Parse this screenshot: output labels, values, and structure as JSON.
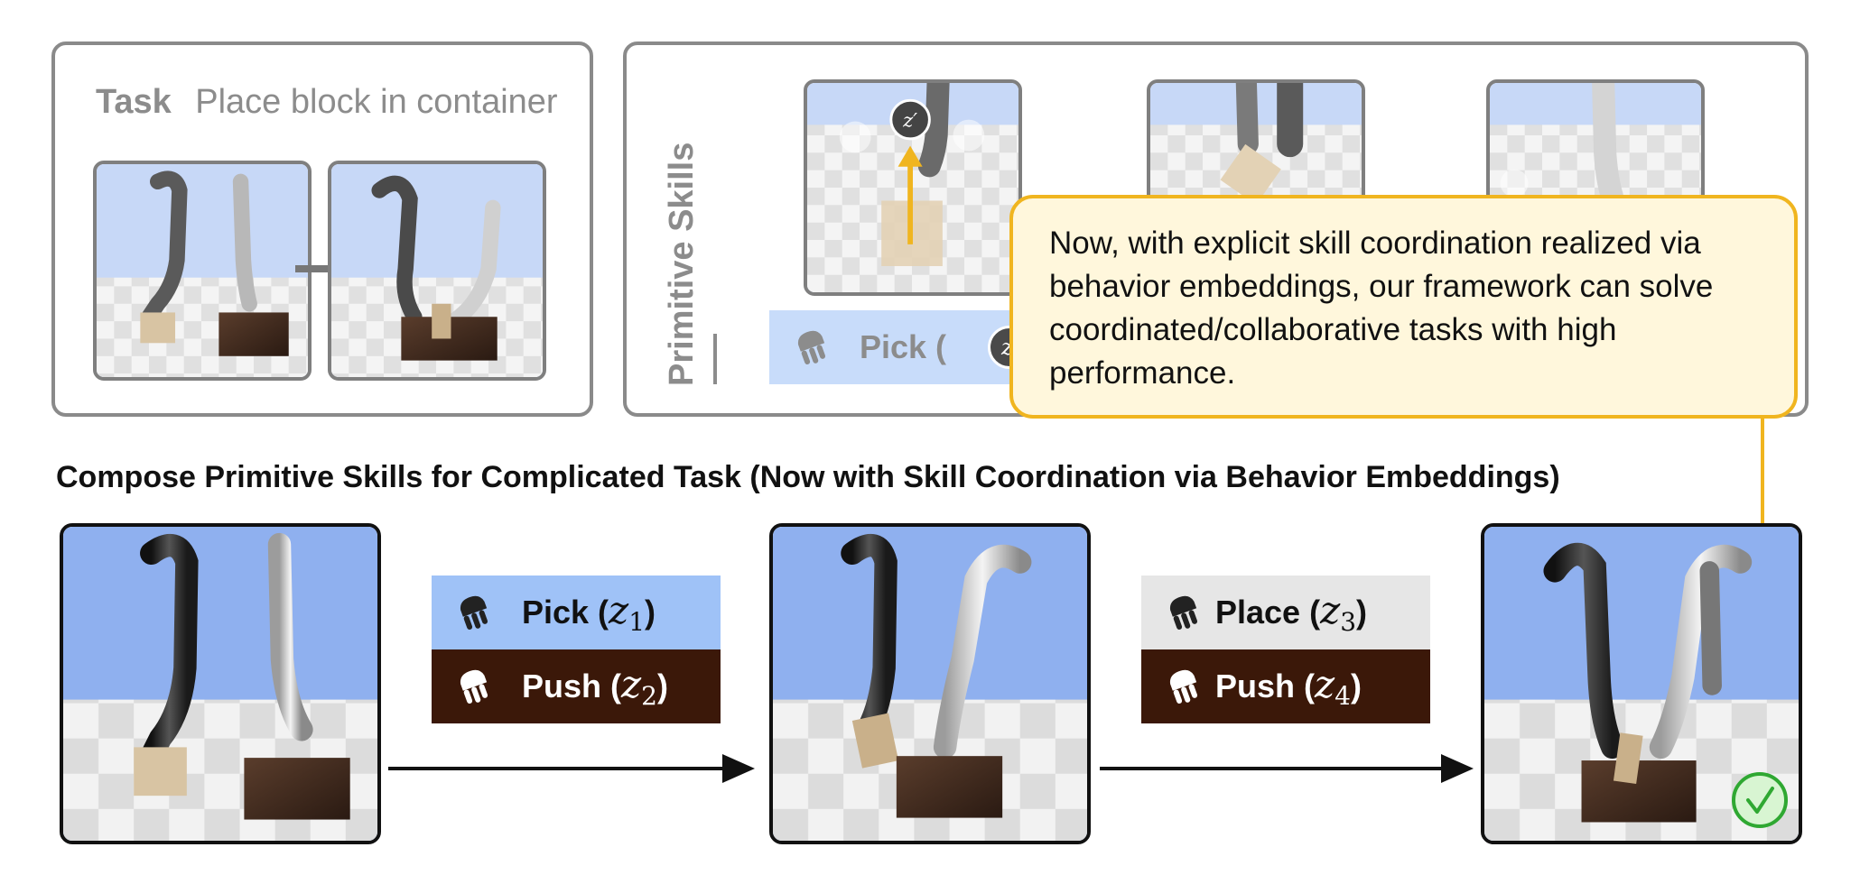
{
  "task_panel": {
    "label": "Task",
    "description": "Place block in container"
  },
  "primitive_panel": {
    "title": "Primitive Skills",
    "pill_label": "Pick (",
    "pill_var": "z′",
    "badge": "z′"
  },
  "callout": {
    "text": "Now, with explicit skill coordination realized via behavior embeddings, our framework can solve coordinated/collaborative tasks with high performance."
  },
  "section_title": "Compose Primitive Skills for Complicated Task (Now with Skill Coordination via Behavior Embeddings)",
  "skill_groups": [
    {
      "skills": [
        {
          "name": "Pick (",
          "var": "z",
          "sub": "1",
          "close": ")",
          "style": "light"
        },
        {
          "name": "Push (",
          "var": "z",
          "sub": "2",
          "close": ")",
          "style": "dark"
        }
      ]
    },
    {
      "skills": [
        {
          "name": "Place (",
          "var": "z",
          "sub": "3",
          "close": ")",
          "style": "gray"
        },
        {
          "name": "Push (",
          "var": "z",
          "sub": "4",
          "close": ")",
          "style": "dark"
        }
      ]
    }
  ],
  "colors": {
    "panel_border": "#8a8a8a",
    "sky": "#8fb0ef",
    "sky_faded": "#c7d8f7",
    "accent_yellow": "#f0b51f",
    "callout_bg": "#fff7dc",
    "pill_light": "#9fc2f7",
    "pill_dark": "#3b1809",
    "pill_gray": "#e6e6e6",
    "success_green": "#2fa832",
    "success_fill": "#d8f5d2"
  },
  "icons": [
    "robot-gripper-icon",
    "success-check-icon",
    "arrow-right-icon",
    "up-arrow-icon"
  ]
}
